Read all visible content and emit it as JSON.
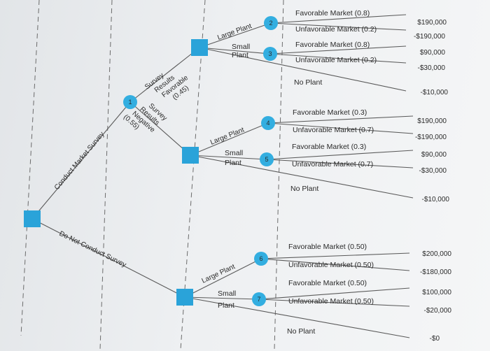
{
  "colors": {
    "node": "#2aa3d9",
    "line": "#5a5a5a",
    "background": "#eef0f2"
  },
  "survey": {
    "conduct": "Conduct Market Survey",
    "not_conduct": "Do Not Conduct Survey",
    "favorable": [
      "Survey",
      "Results",
      "Favorable",
      "(0.45)"
    ],
    "negative": [
      "Survey",
      "Results",
      "Negative",
      "(0.55)"
    ]
  },
  "nodes": {
    "chance": [
      "1",
      "2",
      "3",
      "4",
      "5",
      "6",
      "7"
    ]
  },
  "branches": {
    "large_plant": "Large Plant",
    "small_plant": [
      "Small",
      "Plant"
    ],
    "no_plant": "No Plant"
  },
  "outcomes": {
    "fav": {
      "n2": [
        "Favorable Market (0.8)",
        "Unfavorable Market (0.2)"
      ],
      "n3": [
        "Favorable Market (0.8)",
        "Unfavorable Market (0.2)"
      ]
    },
    "neg": {
      "n4": [
        "Favorable Market (0.3)",
        "Unfavorable Market (0.7)"
      ],
      "n5": [
        "Favorable Market (0.3)",
        "Unfavorable Market (0.7)"
      ]
    },
    "nosurvey": {
      "n6": [
        "Favorable Market (0.50)",
        "Unfavorable Market (0.50)"
      ],
      "n7": [
        "Favorable Market (0.50)",
        "Unfavorable Market (0.50)"
      ]
    }
  },
  "payoffs": {
    "fav": [
      "$190,000",
      "-$190,000",
      "$90,000",
      "-$30,000",
      "-$10,000"
    ],
    "neg": [
      "$190,000",
      "-$190,000",
      "$90,000",
      "-$30,000",
      "-$10,000"
    ],
    "nosurvey": [
      "$200,000",
      "-$180,000",
      "$100,000",
      "-$20,000",
      "-$0"
    ]
  }
}
